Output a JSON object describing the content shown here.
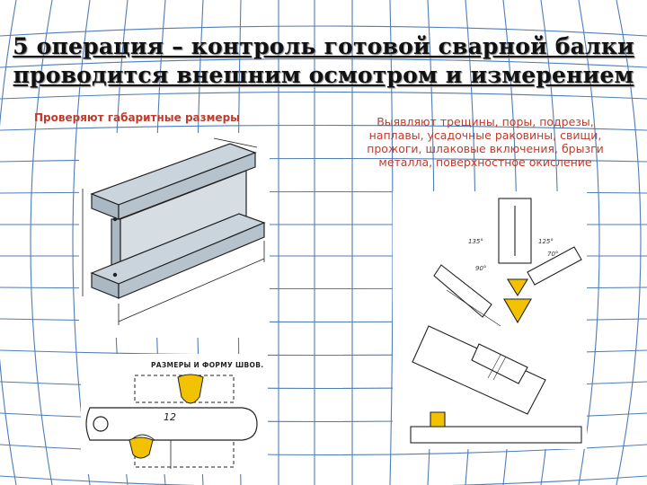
{
  "slide": {
    "title_line1": "5 операция – контроль готовой сварной балки",
    "title_line2": "проводится внешним осмотром и измерением",
    "left_caption": "Проверяют габаритные размеры",
    "right_caption_lines": [
      "Выявляют трещины, поры, подрезы,",
      "наплавы, усадочные раковины, свищи,",
      "прожоги, шлаковые включения, брызги",
      "металла, поверхностное окисление"
    ]
  },
  "figures": {
    "seam_label": "РАЗМЕРЫ И ФОРМУ ШВОВ.",
    "seam_number": "12",
    "gauge_angles": [
      "135°",
      "125°",
      "90°",
      "70°"
    ]
  },
  "colors": {
    "grid_line": "#3b6fb0",
    "caption_red": "#c23a2a",
    "steel_fill": "#c9d4dc",
    "weld_yellow": "#f2c200"
  }
}
